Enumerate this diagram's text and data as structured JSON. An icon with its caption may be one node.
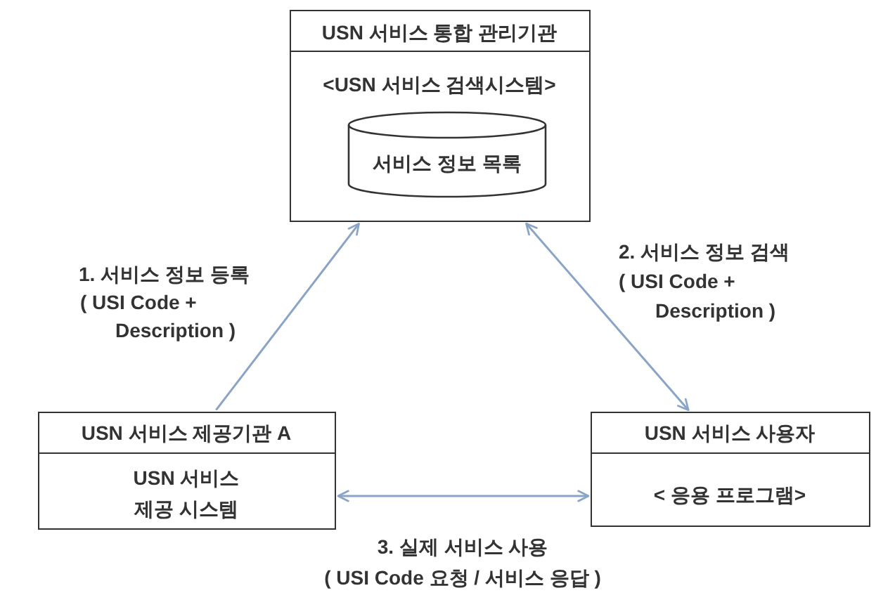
{
  "diagram": {
    "nodes": [
      {
        "text": [
          "USN 서비스 통합 관리기관",
          "<USN 서비스 검색시스템>"
        ]
      },
      {
        "text": [
          "서비스 정보 목록"
        ],
        "in": 0
      },
      {
        "text": [
          "USN 서비스 제공기관 A",
          "USN 서비스 제공 시스템"
        ]
      },
      {
        "text": [
          "USN 서비스 사용자",
          "< 응용 프로그램>"
        ]
      }
    ],
    "edges": [
      {
        "from": 2,
        "to": 0,
        "arrow": "to",
        "label": "1. 서비스 정보 등록 ( USI Code + Description )"
      },
      {
        "from": 0,
        "to": 3,
        "arrow": "both",
        "label": "2. 서비스 정보 검색 ( USI Code + Description )"
      },
      {
        "from": 2,
        "to": 3,
        "arrow": "both",
        "label": "3. 실제 서비스 사용 ( USI Code 요청 / 서비스 응답 )"
      }
    ]
  }
}
